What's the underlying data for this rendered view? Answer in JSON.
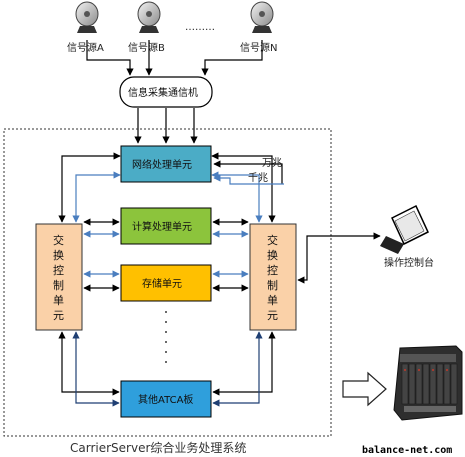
{
  "sources": [
    {
      "label": "信号源A"
    },
    {
      "label": "信号源B"
    },
    {
      "label": "信号源N"
    }
  ],
  "ellipsis": "………",
  "collector": {
    "label": "信息采集通信机"
  },
  "units": {
    "network": {
      "label": "网络处理单元",
      "color": "#4bacc6"
    },
    "compute": {
      "label": "计算处理单元",
      "color": "#8cc43c"
    },
    "storage": {
      "label": "存储单元",
      "color": "#ffc000"
    },
    "atca": {
      "label": "其他ATCA板",
      "color": "#2f9fdc"
    }
  },
  "switch_left": {
    "chars": [
      "交",
      "换",
      "控",
      "制",
      "单",
      "元"
    ],
    "color": "#fad1a8"
  },
  "switch_right": {
    "chars": [
      "交",
      "换",
      "控",
      "制",
      "单",
      "元"
    ],
    "color": "#fad1a8"
  },
  "link_labels": {
    "tengig": "万兆",
    "gig": "千兆"
  },
  "console": {
    "label": "操作控制台"
  },
  "system_title": "CarrierServer综合业务处理系统",
  "watermark": "balance-net.com",
  "colors": {
    "blue_arrow": "#4a7ebf",
    "black_arrow": "#000000",
    "dark_blue_arrow": "#1f3f73"
  }
}
